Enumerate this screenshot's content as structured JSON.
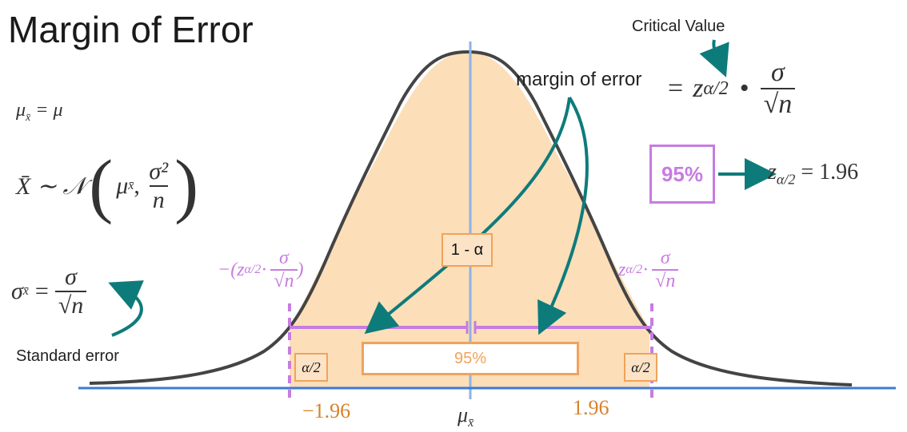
{
  "title": "Margin of Error",
  "formulas": {
    "mean_lhs": "μ",
    "mean_sub": "x̄",
    "mean_rhs": "= μ",
    "dist_lhs": "X̄ ∼ 𝒩",
    "dist_mu": "μ",
    "dist_mu_sub": "x̄",
    "dist_num": "σ²",
    "dist_den": "n",
    "se_lhs": "σ",
    "se_sub": "x̄",
    "se_eq": "=",
    "se_num": "σ",
    "se_den": "√n"
  },
  "labels": {
    "standard_error": "Standard error",
    "critical_value": "Critical Value",
    "margin_of_error": "margin of error",
    "moe_eq": "=",
    "z_main": "z",
    "z_main_sub": "α/2",
    "dot": "•",
    "moe_num": "σ",
    "moe_den": "√n",
    "conf_box": "95%",
    "z_value_lhs": "z",
    "z_value_sub": "α/2",
    "z_value_rhs": "= 1.96",
    "center_box": "1 - α",
    "left_expr": "−(z",
    "left_expr_sub": "α/2",
    "left_expr_dot": " ·",
    "left_expr_num": "σ",
    "left_expr_den": "√n",
    "left_expr_close": ")",
    "right_expr": "z",
    "right_expr_sub": "α/2",
    "right_expr_dot": " ·",
    "right_expr_num": "σ",
    "right_expr_den": "√n",
    "tail_left": "α/2",
    "tail_right": "α/2",
    "middle_box": "95%",
    "tick_left": "−1.96",
    "tick_right": "1.96",
    "center_axis": "μ",
    "center_axis_sub": "x̄"
  },
  "colors": {
    "curve_fill": "#fcdcb5",
    "curve_stroke": "#444444",
    "axis": "#3a7bd5",
    "purple": "#c77ce0",
    "teal": "#0e7b7b",
    "orange": "#d7822a",
    "box_border": "#f0a35a"
  }
}
